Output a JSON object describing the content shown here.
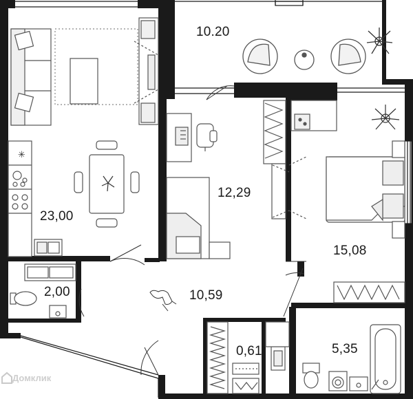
{
  "areas": {
    "balcony": "10.20",
    "living_kitchen": "23,00",
    "study": "12,29",
    "bedroom": "15,08",
    "wc": "2,00",
    "hall": "10,59",
    "closet": "0,61",
    "bathroom": "5,35"
  },
  "watermark": {
    "text": "Домклик",
    "icon": "house-icon"
  },
  "colors": {
    "wall": "#1a1a1a",
    "furniture_stroke": "#555555",
    "fill_light": "#eeeeee"
  }
}
